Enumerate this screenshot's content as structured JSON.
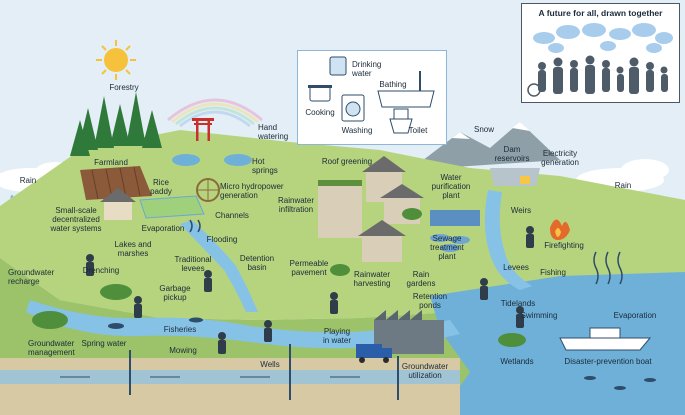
{
  "inset": {
    "title": "A future for all, drawn together"
  },
  "labels": {
    "forestry": "Forestry",
    "hand_watering": "Hand\nwatering",
    "farmland": "Farmland",
    "hot_springs": "Hot\nsprings",
    "rice_paddy": "Rice\npaddy",
    "micro_hydropower": "Micro hydropower\ngeneration",
    "rain_left": "Rain",
    "small_scale": "Small-scale\ndecentralized\nwater systems",
    "evaporation_left": "Evaporation",
    "channels": "Channels",
    "flooding": "Flooding",
    "lakes_marshes": "Lakes and\nmarshes",
    "traditional_levees": "Traditional\nlevees",
    "detention_basin": "Detention\nbasin",
    "drenching": "Drenching",
    "groundwater_recharge": "Groundwater\nrecharge",
    "garbage_pickup": "Garbage\npickup",
    "fisheries": "Fisheries",
    "spring_water": "Spring water",
    "groundwater_management": "Groundwater\nmanagement",
    "mowing": "Mowing",
    "wells": "Wells",
    "drinking_water": "Drinking\nwater",
    "cooking": "Cooking",
    "bathing": "Bathing",
    "washing": "Washing",
    "toilet": "Toilet",
    "snow": "Snow",
    "roof_greening": "Roof greening",
    "rainwater_infiltration": "Rainwater\ninfiltration",
    "permeable_pavement": "Permeable\npavement",
    "water_purification_plant": "Water\npurification\nplant",
    "dam_reservoirs": "Dam\nreservoirs",
    "electricity_generation": "Electricity\ngeneration",
    "rain_right": "Rain",
    "weirs": "Weirs",
    "firefighting": "Firefighting",
    "sewage_treatment_plant": "Sewage\ntreatment\nplant",
    "rainwater_harvesting": "Rainwater\nharvesting",
    "rain_gardens": "Rain\ngardens",
    "levees": "Levees",
    "fishing": "Fishing",
    "retention_ponds": "Retention\nponds",
    "tidelands": "Tidelands",
    "swimming": "Swimming",
    "evaporation_right": "Evaporation",
    "playing_in_water": "Playing\nin water",
    "groundwater_utilization": "Groundwater\nutilization",
    "wetlands": "Wetlands",
    "disaster_prevention_boat": "Disaster-prevention boat"
  }
}
